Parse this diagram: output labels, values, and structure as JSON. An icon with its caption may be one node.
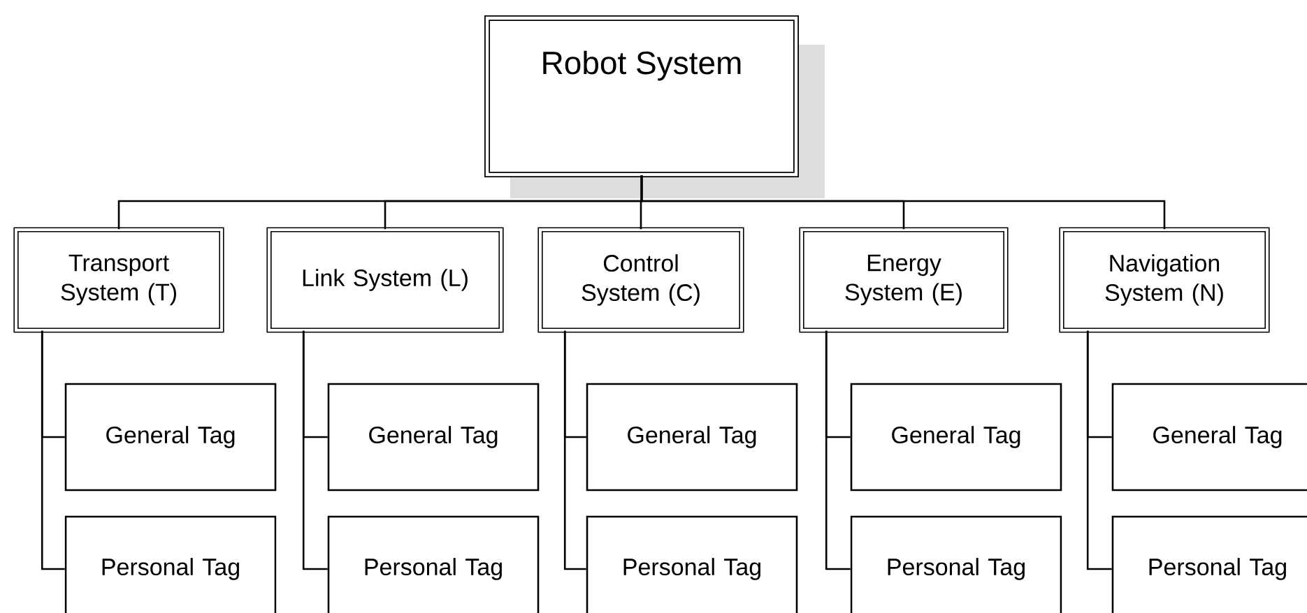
{
  "diagram": {
    "nodes": [
      {
        "text": [
          "Robot System"
        ]
      },
      {
        "text": [
          "Transport System (T)"
        ]
      },
      {
        "text": [
          "Link System (L)"
        ]
      },
      {
        "text": [
          "Control System (C)"
        ]
      },
      {
        "text": [
          "Energy System (E)"
        ]
      },
      {
        "text": [
          "Navigation System (N)"
        ]
      },
      {
        "text": [
          "General Tag"
        ]
      },
      {
        "text": [
          "Personal Tag"
        ]
      },
      {
        "text": [
          "General Tag"
        ]
      },
      {
        "text": [
          "Personal Tag"
        ]
      },
      {
        "text": [
          "General Tag"
        ]
      },
      {
        "text": [
          "Personal Tag"
        ]
      },
      {
        "text": [
          "General Tag"
        ]
      },
      {
        "text": [
          "Personal Tag"
        ]
      },
      {
        "text": [
          "General Tag"
        ]
      },
      {
        "text": [
          "Personal Tag"
        ]
      }
    ],
    "edges": [
      {
        "from": 0,
        "to": 1,
        "arrow": "none"
      },
      {
        "from": 0,
        "to": 2,
        "arrow": "none"
      },
      {
        "from": 0,
        "to": 3,
        "arrow": "none"
      },
      {
        "from": 0,
        "to": 4,
        "arrow": "none"
      },
      {
        "from": 0,
        "to": 5,
        "arrow": "none"
      },
      {
        "from": 1,
        "to": 6,
        "arrow": "none"
      },
      {
        "from": 1,
        "to": 7,
        "arrow": "none"
      },
      {
        "from": 2,
        "to": 8,
        "arrow": "none"
      },
      {
        "from": 2,
        "to": 9,
        "arrow": "none"
      },
      {
        "from": 3,
        "to": 10,
        "arrow": "none"
      },
      {
        "from": 3,
        "to": 11,
        "arrow": "none"
      },
      {
        "from": 4,
        "to": 12,
        "arrow": "none"
      },
      {
        "from": 4,
        "to": 13,
        "arrow": "none"
      },
      {
        "from": 5,
        "to": 14,
        "arrow": "none"
      },
      {
        "from": 5,
        "to": 15,
        "arrow": "none"
      }
    ]
  }
}
